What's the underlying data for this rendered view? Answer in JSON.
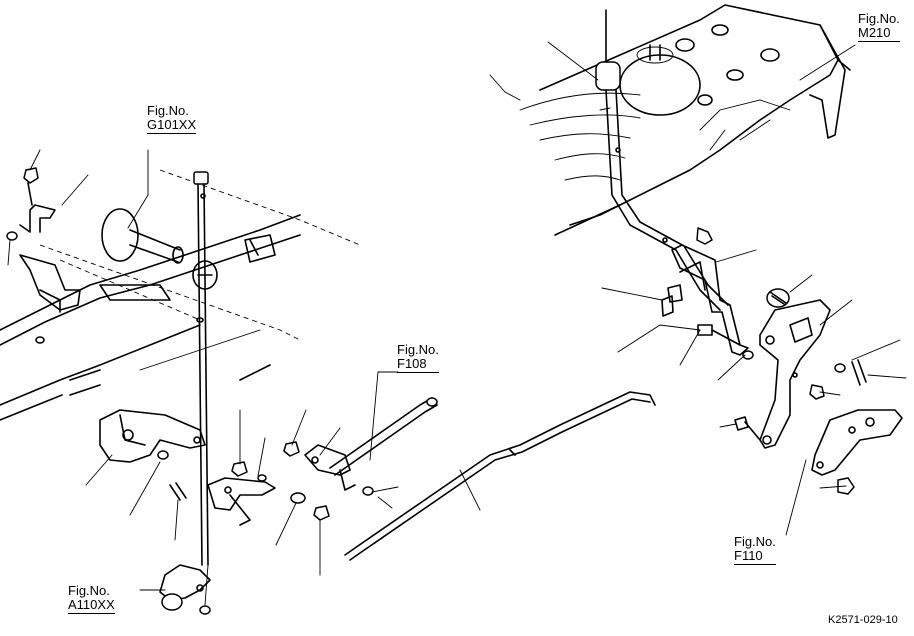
{
  "references": {
    "m210": {
      "prefix": "Fig.No.",
      "code": "M210"
    },
    "g101xx": {
      "prefix": "Fig.No.",
      "code": "G101XX"
    },
    "f108": {
      "prefix": "Fig.No.",
      "code": "F108"
    },
    "a110xx": {
      "prefix": "Fig.No.",
      "code": "A110XX"
    },
    "f110": {
      "prefix": "Fig.No.",
      "code": "F110"
    }
  },
  "drawing_code": "K2571-029-10"
}
